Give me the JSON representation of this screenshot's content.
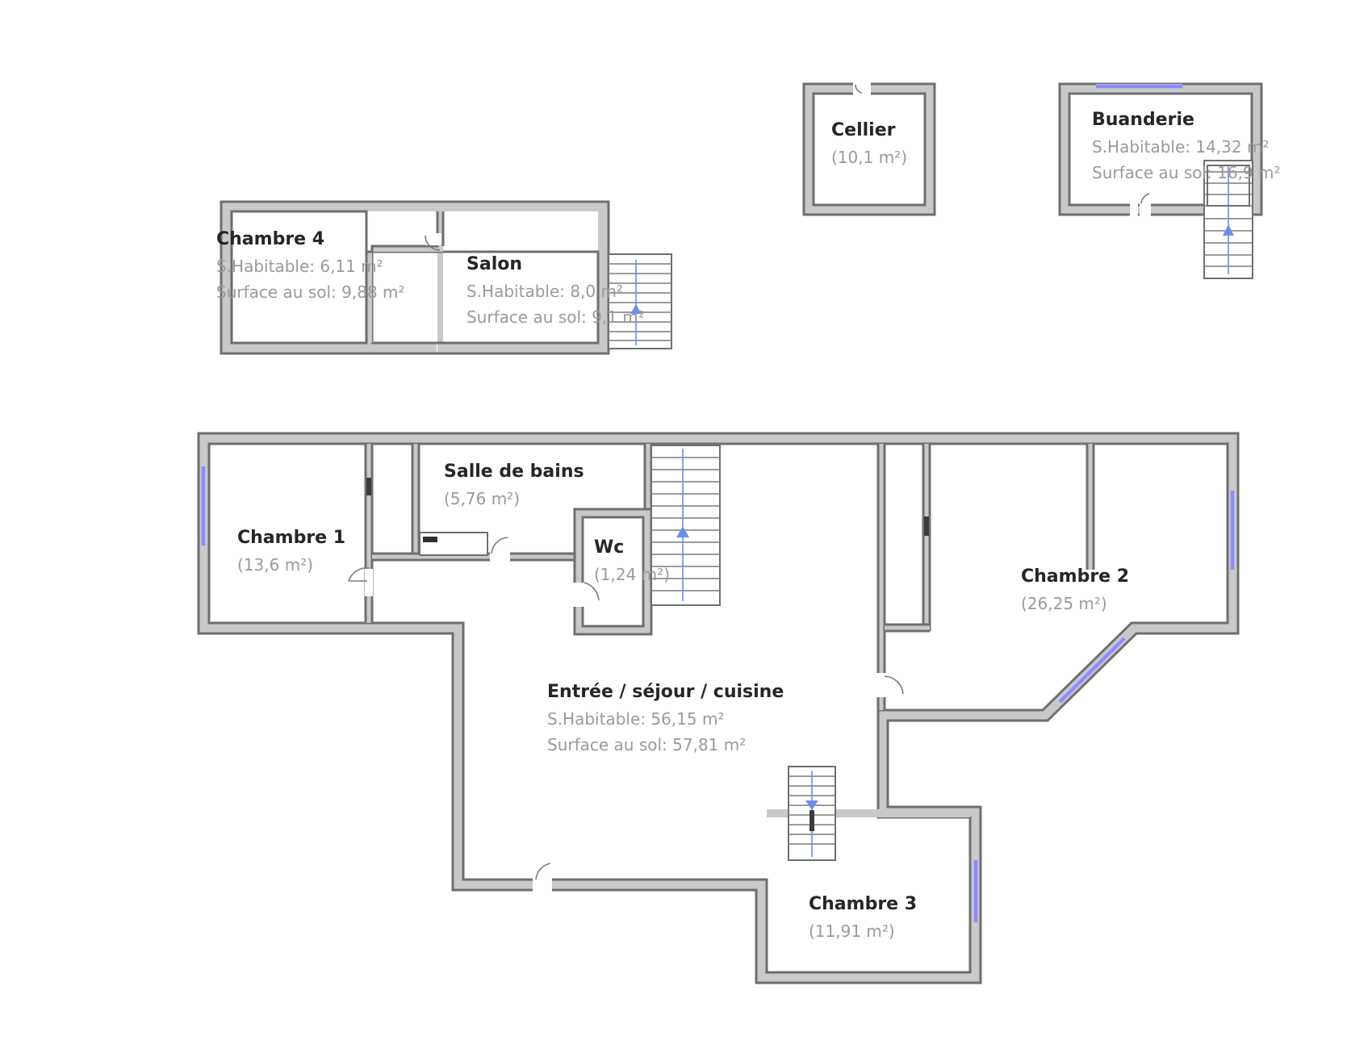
{
  "colors": {
    "wall": "#c9c9c9",
    "wall_outline": "#6f6f6f",
    "window": "#8c8cf5",
    "stair_arrow": "#6c8ee6",
    "room_name": "#262626",
    "room_area": "#9a9a9a"
  },
  "rooms": {
    "chambre4": {
      "name": "Chambre 4",
      "habitable": "S.Habitable: 6,11 m²",
      "sol": "Surface au sol: 9,88 m²"
    },
    "salon": {
      "name": "Salon",
      "habitable": "S.Habitable: 8,0 m²",
      "sol": "Surface au sol: 9,1 m²"
    },
    "cellier": {
      "name": "Cellier",
      "area": "(10,1 m²)"
    },
    "buanderie": {
      "name": "Buanderie",
      "habitable": "S.Habitable: 14,32 m²",
      "sol": "Surface au sol: 16,9 m²"
    },
    "chambre1": {
      "name": "Chambre 1",
      "area": "(13,6 m²)"
    },
    "salle_de_bains": {
      "name": "Salle de bains",
      "area": "(5,76 m²)"
    },
    "wc": {
      "name": "Wc",
      "area": "(1,24 m²)"
    },
    "chambre2": {
      "name": "Chambre 2",
      "area": "(26,25 m²)"
    },
    "sejour": {
      "name": "Entrée / séjour / cuisine",
      "habitable": "S.Habitable: 56,15 m²",
      "sol": "Surface au sol: 57,81 m²"
    },
    "chambre3": {
      "name": "Chambre 3",
      "area": "(11,91 m²)"
    }
  }
}
